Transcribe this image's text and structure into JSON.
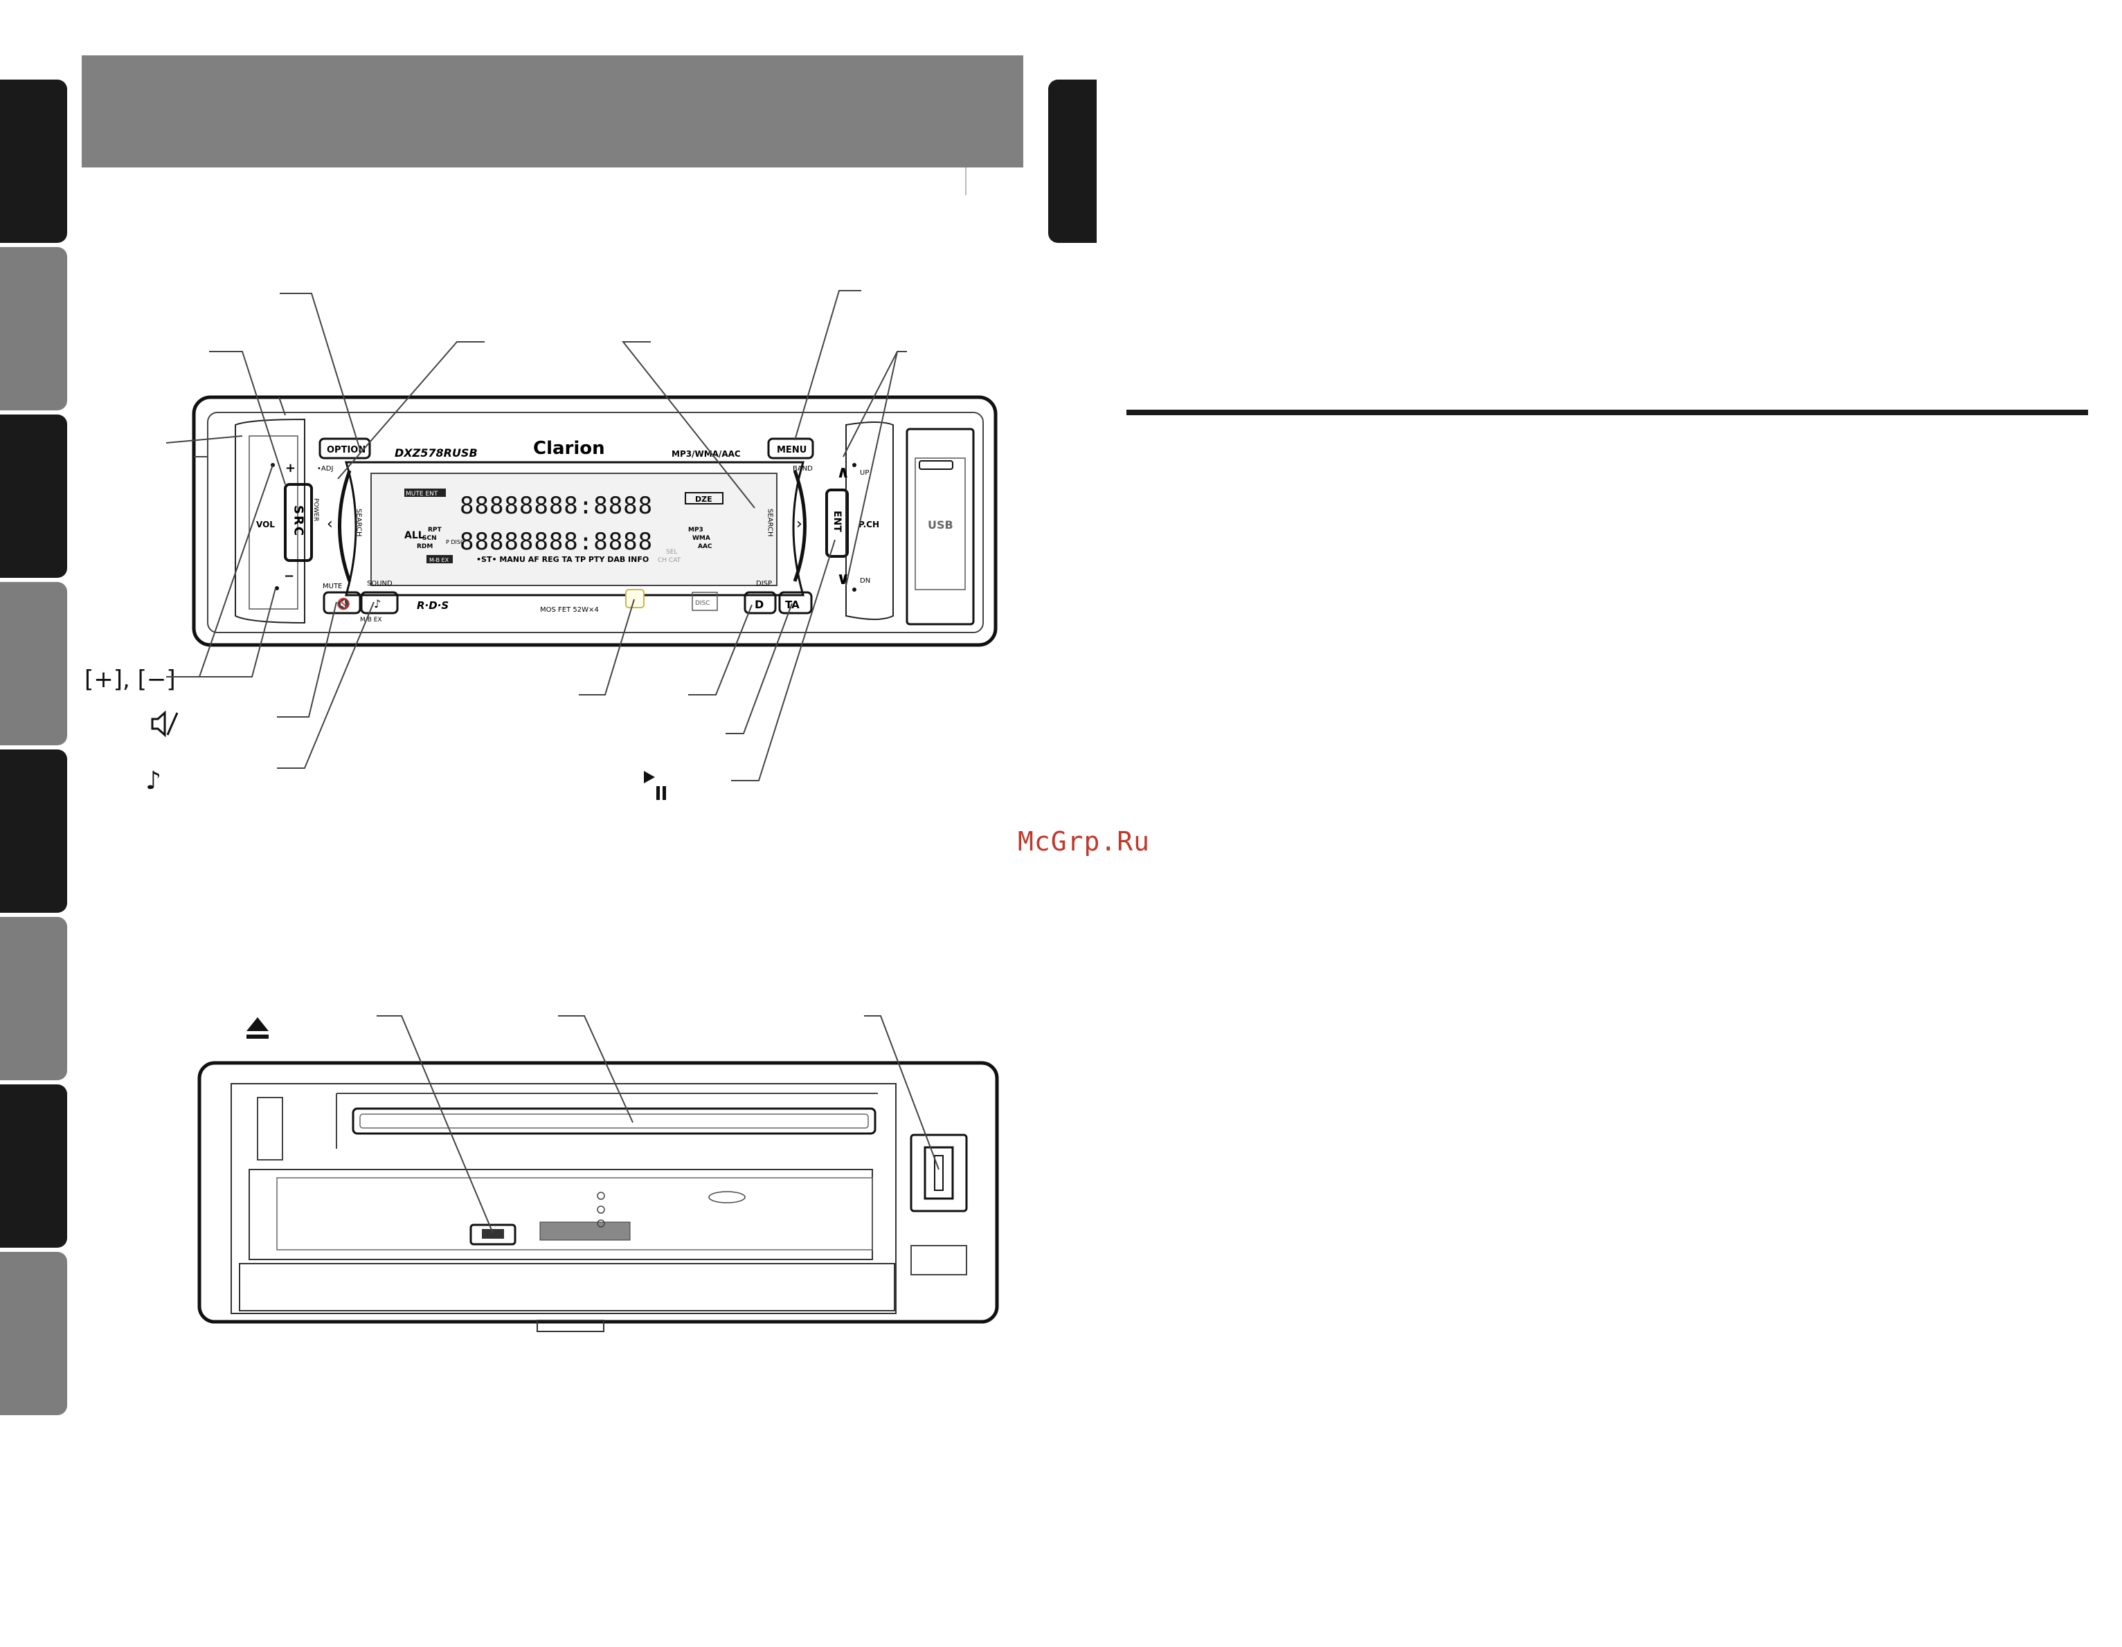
{
  "page": {
    "watermark": "McGrp.Ru",
    "colors": {
      "tab_dark": "#1a1a1a",
      "tab_grey": "#7d7d7d",
      "header_band": "#808080",
      "watermark": "#c0392b"
    }
  },
  "side_tabs": [
    {
      "style": "dark"
    },
    {
      "style": "grey"
    },
    {
      "style": "dark"
    },
    {
      "style": "grey"
    },
    {
      "style": "dark"
    },
    {
      "style": "grey"
    },
    {
      "style": "dark"
    },
    {
      "style": "grey"
    }
  ],
  "callout_labels": {
    "plus_minus": "[+], [−]",
    "mute_icon": "mute-speaker-icon",
    "sound_icon": "music-note-icon",
    "play_pause_icon": "play-pause-icon",
    "eject_icon": "eject-icon"
  },
  "front_panel": {
    "brand": "Clarion",
    "model": "DXZ578RUSB",
    "formats": "MP3/WMA/AAC",
    "option": "OPTION",
    "menu": "MENU",
    "adj": "•ADJ",
    "band": "BAND",
    "up": "UP",
    "dn": "DN",
    "pch": "P.CH",
    "usb": "USB",
    "vol": "VOL",
    "plus": "+",
    "minus": "−",
    "src": "SRC",
    "power": "POWER",
    "search_left": "SEARCH",
    "search_right": "SEARCH",
    "ent": "ENT",
    "mute": "MUTE",
    "sound": "SOUND",
    "mbex": "M-B EX",
    "disp": "DISP",
    "d_button": "D",
    "ta_button": "TA",
    "rds": "R·D·S",
    "amp": "MOS FET 52W×4",
    "cd_logo": "DISC",
    "lcd": {
      "mute_ent": "MUTE ENT",
      "dze": "DZE",
      "row1": "88888888:8888",
      "row2": "88888888:8888",
      "indicators": "•ST• MANU AF REG TA TP PTY DAB INFO",
      "mbex": "M-B EX",
      "all": "ALL",
      "rpt": "RPT",
      "scn": "SCN",
      "rdm": "RDM",
      "p_disc": "P DISC",
      "mp3": "MP3",
      "wma": "WMA",
      "aac": "AAC",
      "sel": "SEL",
      "ch_cat": "CH CAT"
    }
  }
}
